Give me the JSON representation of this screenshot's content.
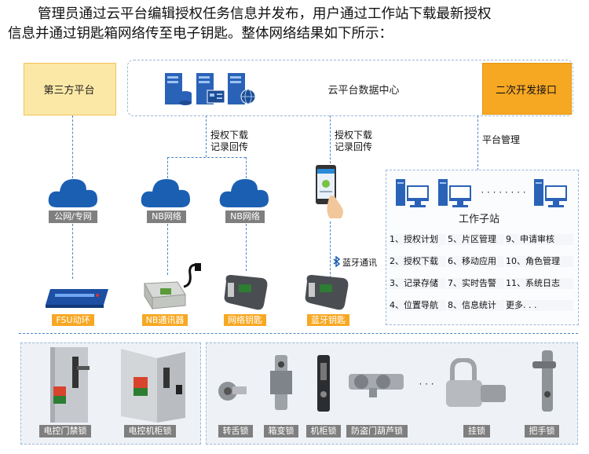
{
  "intro": {
    "line1": "管理员通过云平台编辑授权任务信息并发布，用户通过工作站下载最新授权",
    "line2": "信息并通过钥匙箱网络传至电子钥匙。整体网络结果如下所示："
  },
  "top": {
    "third_party": "第三方平台",
    "cloud_center": "云平台数据中心",
    "secondary_dev": "二次开发接口"
  },
  "links": {
    "auth_download_1": "授权下载",
    "record_upload_1": "记录回传",
    "auth_download_2": "授权下载",
    "record_upload_2": "记录回传",
    "platform_mgmt": "平台管理",
    "bluetooth": "蓝牙通讯"
  },
  "clouds": [
    {
      "label": "公网/专网"
    },
    {
      "label": "NB网络"
    },
    {
      "label": "NB网络"
    }
  ],
  "devices": [
    {
      "label": "FSU动环"
    },
    {
      "label": "NB通讯器"
    },
    {
      "label": "网络钥匙"
    },
    {
      "label": "蓝牙钥匙"
    }
  ],
  "workstation": {
    "title": "工作子站",
    "dots": "· · · · · · · ·",
    "rows": [
      [
        "1、授权计划",
        "5、片区管理",
        "9、申请审核"
      ],
      [
        "2、授权下载",
        "6、移动应用",
        "10、角色管理"
      ],
      [
        "3、记录存储",
        "7、实时告警",
        "11、系统日志"
      ],
      [
        "4、位置导航",
        "8、信息统计",
        "更多. . ."
      ]
    ]
  },
  "locks_left": [
    {
      "label": "电控门禁锁"
    },
    {
      "label": "电控机柜锁"
    }
  ],
  "locks_right": [
    {
      "label": "转舌锁"
    },
    {
      "label": "箱变锁"
    },
    {
      "label": "机柜锁"
    },
    {
      "label": "防盗门葫芦锁"
    },
    {
      "label": "挂锁"
    },
    {
      "label": "把手锁"
    }
  ],
  "locks_dots": "· · ·",
  "colors": {
    "accent_orange": "#f7a823",
    "panel_yellow": "#fce8a6",
    "cloud_blue": "#1b5fb3",
    "dash_blue": "#4a86c8",
    "label_gray": "#7f7f7f"
  }
}
